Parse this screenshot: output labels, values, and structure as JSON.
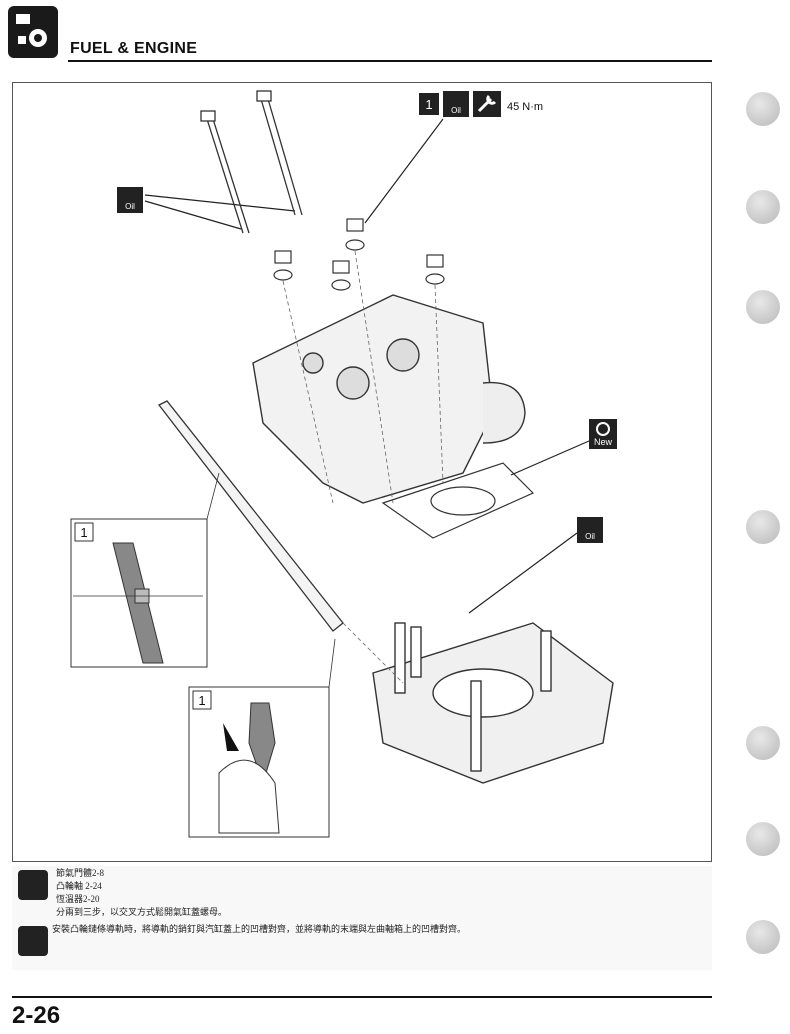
{
  "header": {
    "title": "FUEL & ENGINE"
  },
  "diagram": {
    "callout_main_num": "1",
    "torque_value": "45 N·m",
    "oil_label": "Oil",
    "new_label": "New",
    "detail_1_num": "1",
    "detail_2_num": "1"
  },
  "notes": {
    "ref_1": "節氣門體2-8",
    "ref_2": "凸輪軸 2-24",
    "ref_3": "恆溫器2-20",
    "instruction_1": "分兩到三步，以交叉方式鬆開氣缸蓋螺母。",
    "instruction_2": "安裝凸輪鏈條導軌時，將導軌的銷釘與汽缸蓋上的凹槽對齊，並將導軌的末端與左曲軸箱上的凹槽對齊。"
  },
  "footer": {
    "page_number": "2-26"
  }
}
